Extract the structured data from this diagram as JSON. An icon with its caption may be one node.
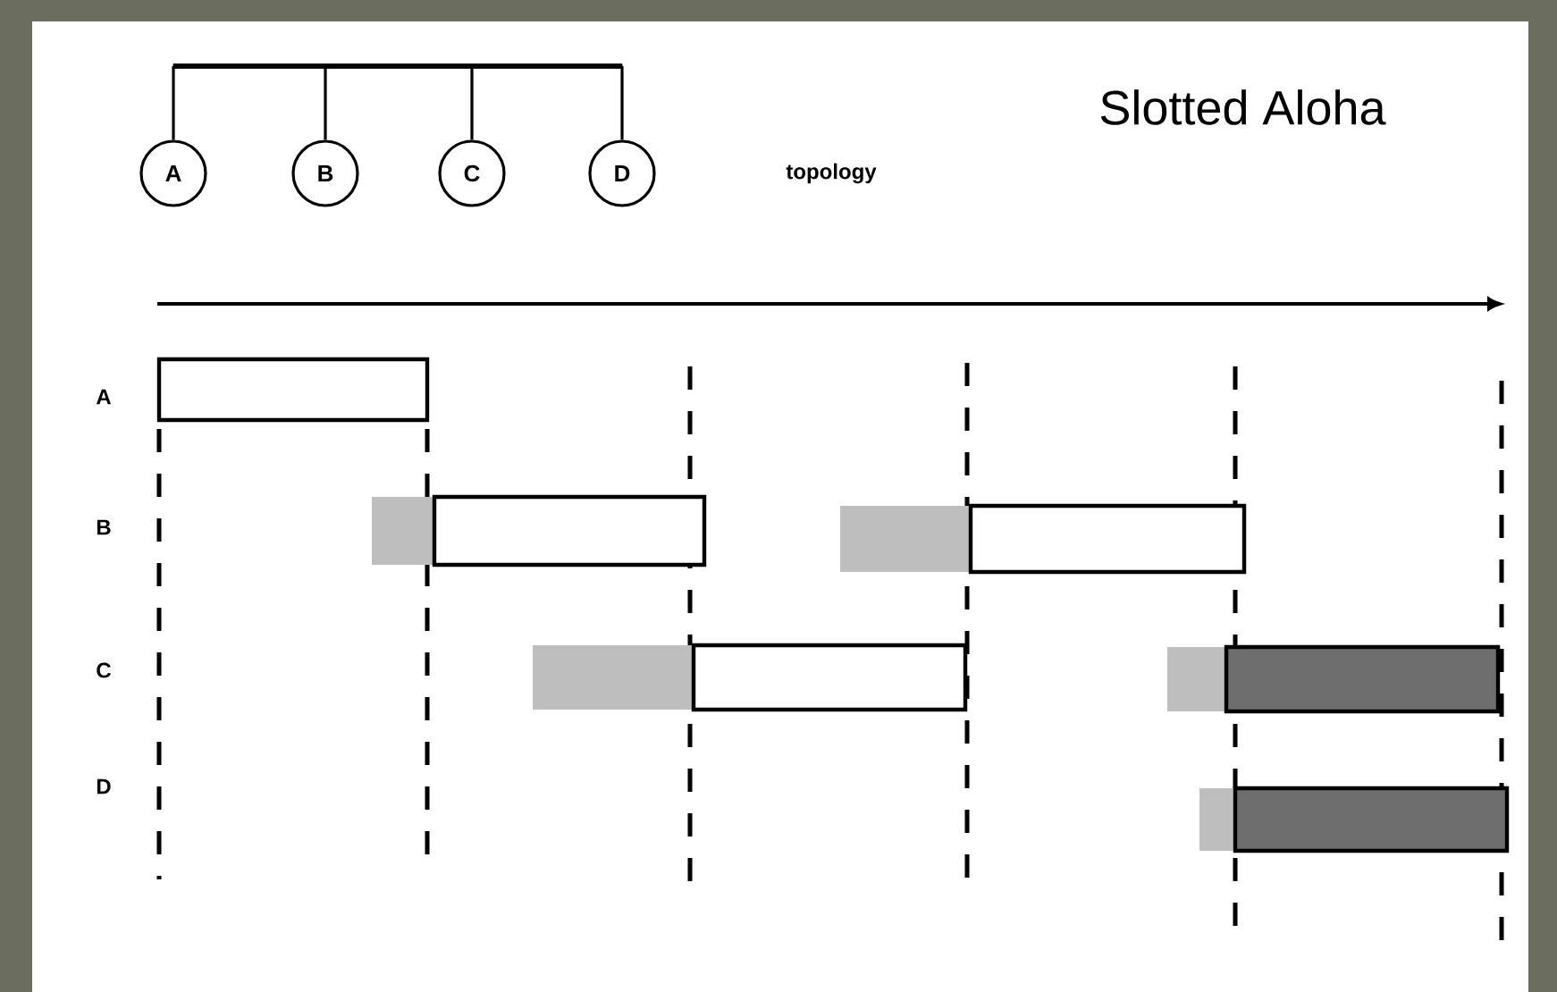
{
  "diagram": {
    "title": "Slotted Aloha",
    "nodes": [
      {
        "text": [],
        "shape": "bar"
      },
      {
        "text": [
          "A"
        ]
      },
      {
        "text": [
          "B"
        ]
      },
      {
        "text": [
          "C"
        ]
      },
      {
        "text": [
          "D"
        ]
      }
    ],
    "edges": [
      {
        "from": 0,
        "to": 1,
        "arrow": "none"
      },
      {
        "from": 0,
        "to": 2,
        "arrow": "none"
      },
      {
        "from": 0,
        "to": 3,
        "arrow": "none"
      },
      {
        "from": 0,
        "to": 4,
        "arrow": "none"
      }
    ],
    "labels": [
      "topology",
      "A",
      "B",
      "C",
      "D"
    ]
  }
}
